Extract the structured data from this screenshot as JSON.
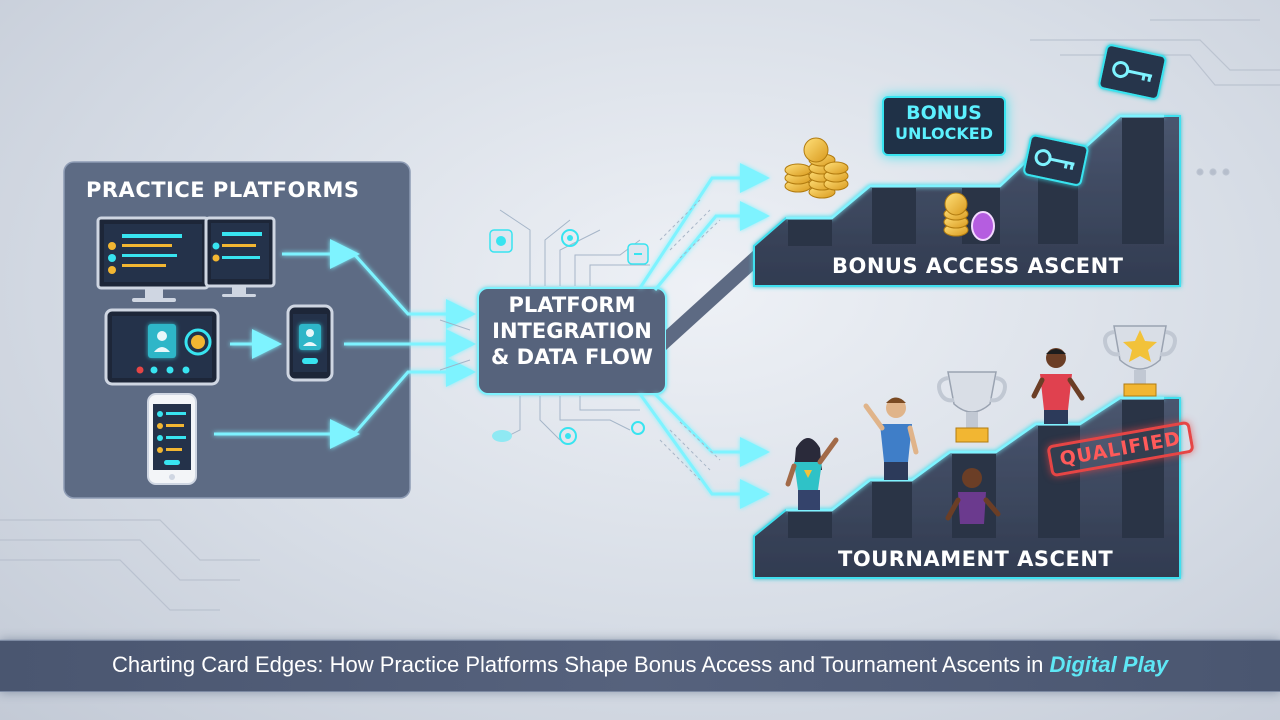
{
  "practice_platforms": {
    "title": "PRACTICE PLATFORMS"
  },
  "hub": {
    "line1": "PLATFORM",
    "line2": "INTEGRATION",
    "line3": "& DATA FLOW"
  },
  "bonus": {
    "title": "BONUS ACCESS ASCENT",
    "badge_line1": "BONUS",
    "badge_line2": "UNLOCKED"
  },
  "tournament": {
    "title": "TOURNAMENT ASCENT",
    "stamp": "QUALIFIED"
  },
  "caption": {
    "text": "Charting Card Edges: How Practice Platforms Shape Bonus Access and Tournament Ascents in ",
    "accent": "Digital Play"
  },
  "colors": {
    "accent_cyan": "#38e4f0",
    "panel": "#5c6a83",
    "stairs": "#39455c",
    "gold": "#f2b632",
    "stamp_red": "#e64545"
  }
}
